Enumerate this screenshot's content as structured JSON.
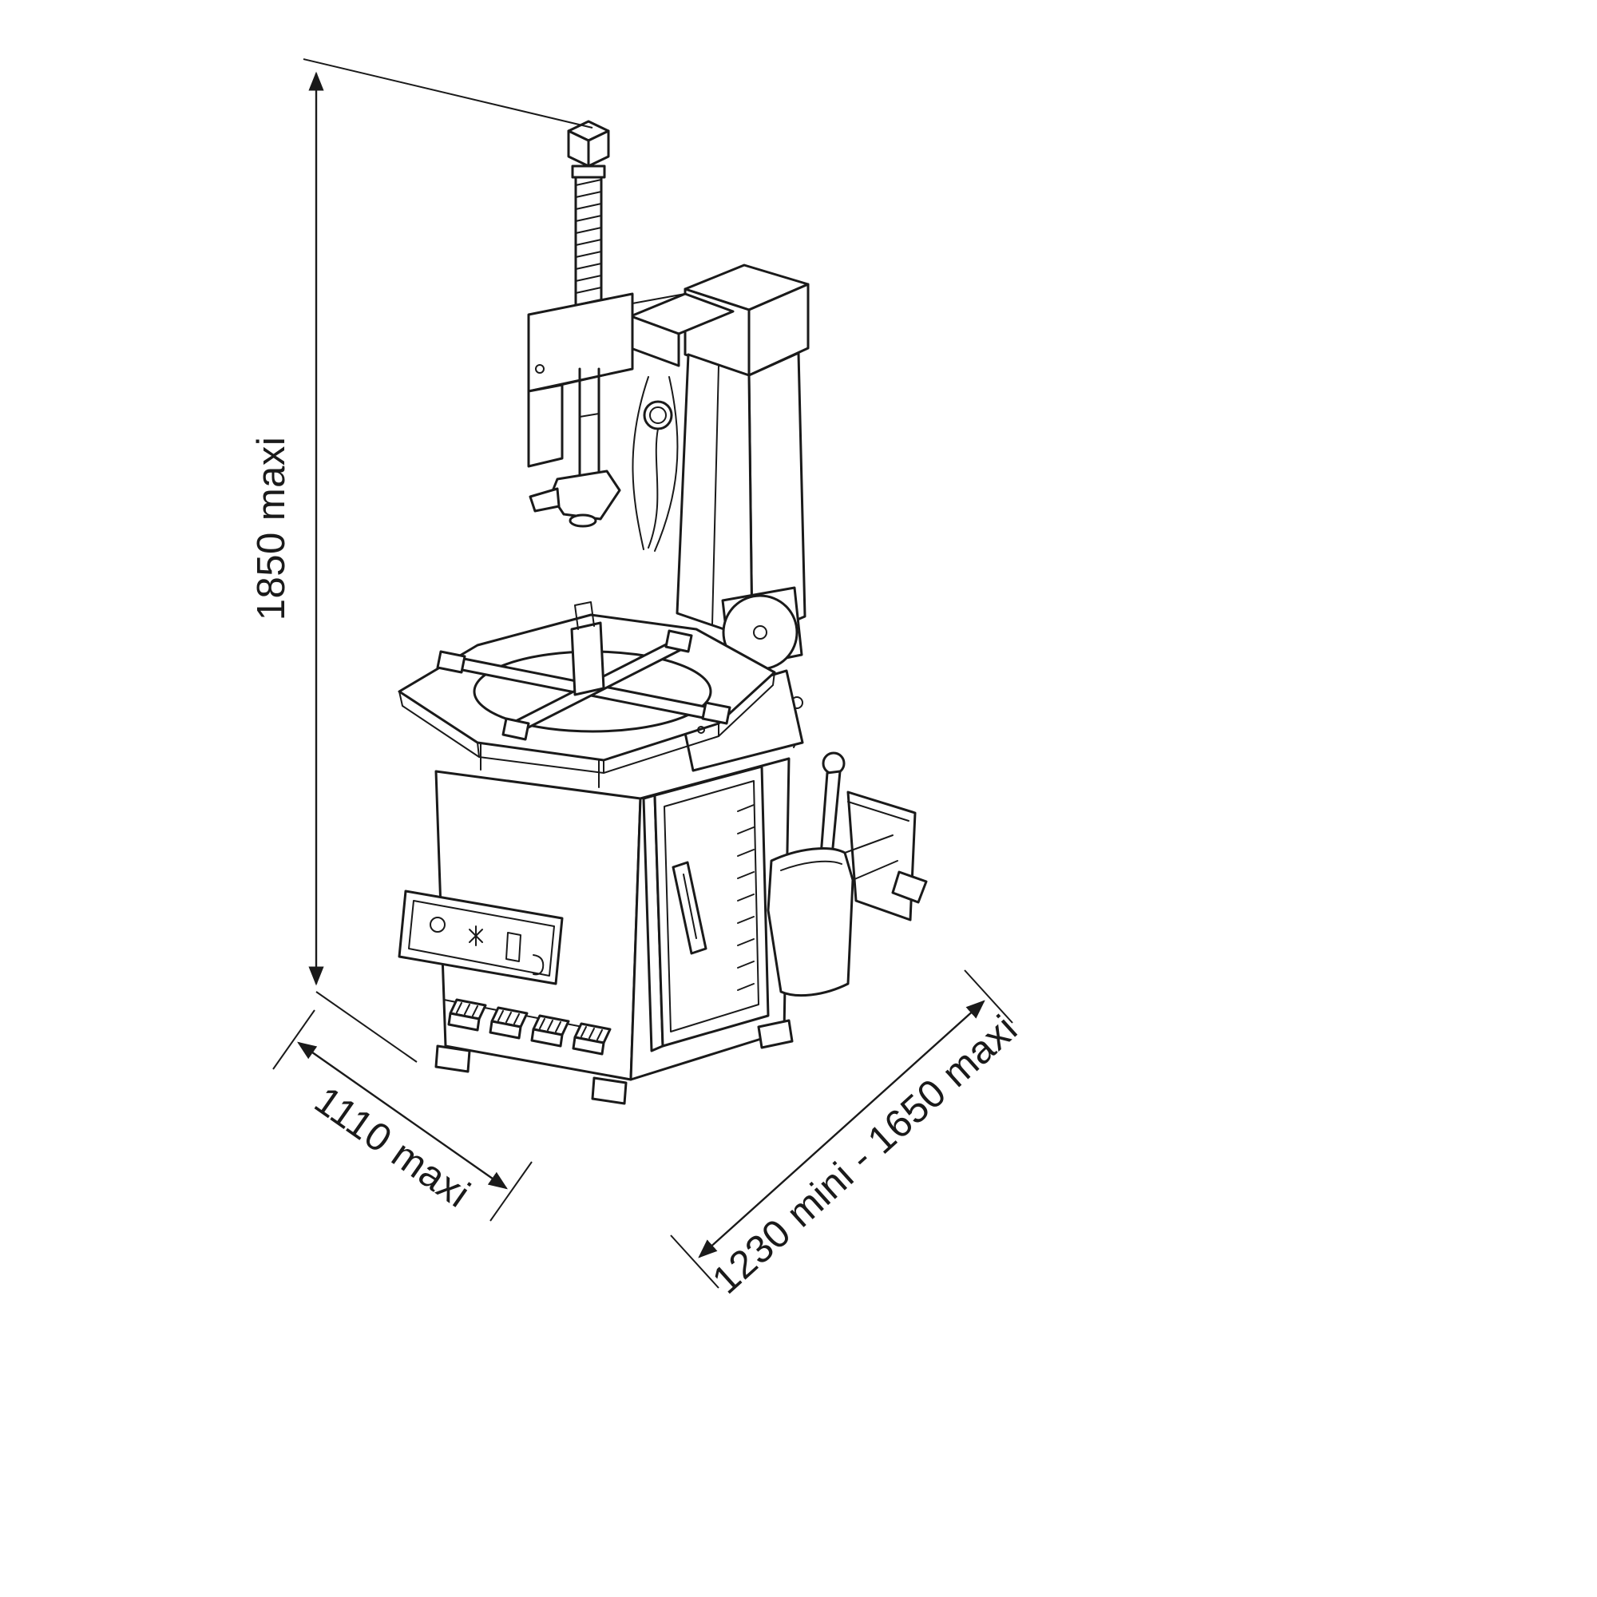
{
  "page": {
    "background": "#ffffff",
    "line_color": "#1a1a1a"
  },
  "diagram": {
    "type": "technical-dimensional-drawing",
    "subject": "tyre changer machine, isometric outline view with overall dimensions",
    "dimensions": {
      "height": {
        "label": "1850 maxi",
        "orientation": "vertical"
      },
      "depth": {
        "label": "1110 maxi",
        "orientation": "diagonal-lower-left"
      },
      "width": {
        "label": "1230 mini - 1650 maxi",
        "orientation": "diagonal-lower-right"
      }
    }
  }
}
